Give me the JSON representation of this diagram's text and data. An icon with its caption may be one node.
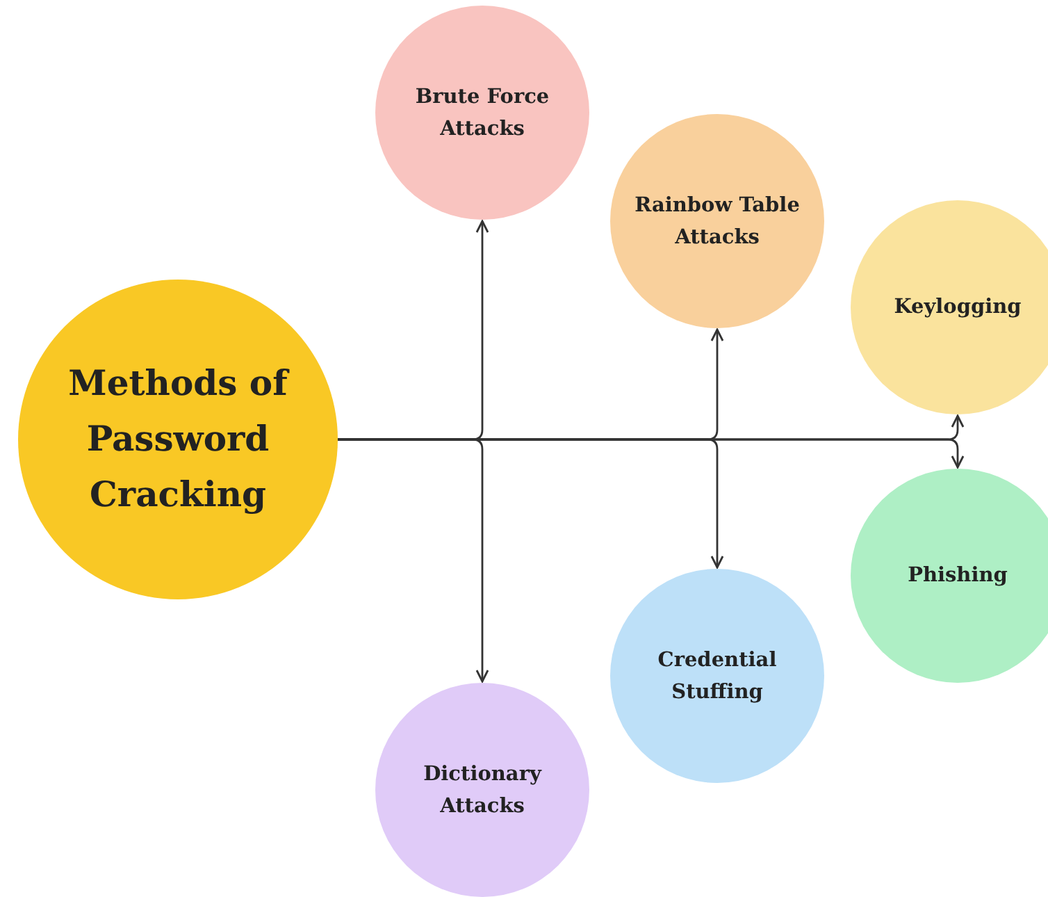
{
  "diagram": {
    "nodes": [
      {
        "text": [
          "Methods of Password Cracking"
        ]
      },
      {
        "text": [
          "Brute Force Attacks"
        ]
      },
      {
        "text": [
          "Rainbow Table Attacks"
        ]
      },
      {
        "text": [
          "Keylogging"
        ]
      },
      {
        "text": [
          "Phishing"
        ]
      },
      {
        "text": [
          "Credential Stuffing"
        ]
      },
      {
        "text": [
          "Dictionary Attacks"
        ]
      }
    ],
    "edges": [
      {
        "from": 0,
        "to": 1,
        "arrow": "to"
      },
      {
        "from": 0,
        "to": 2,
        "arrow": "to"
      },
      {
        "from": 0,
        "to": 3,
        "arrow": "to"
      },
      {
        "from": 0,
        "to": 4,
        "arrow": "to"
      },
      {
        "from": 0,
        "to": 5,
        "arrow": "to"
      },
      {
        "from": 0,
        "to": 6,
        "arrow": "to"
      }
    ]
  }
}
